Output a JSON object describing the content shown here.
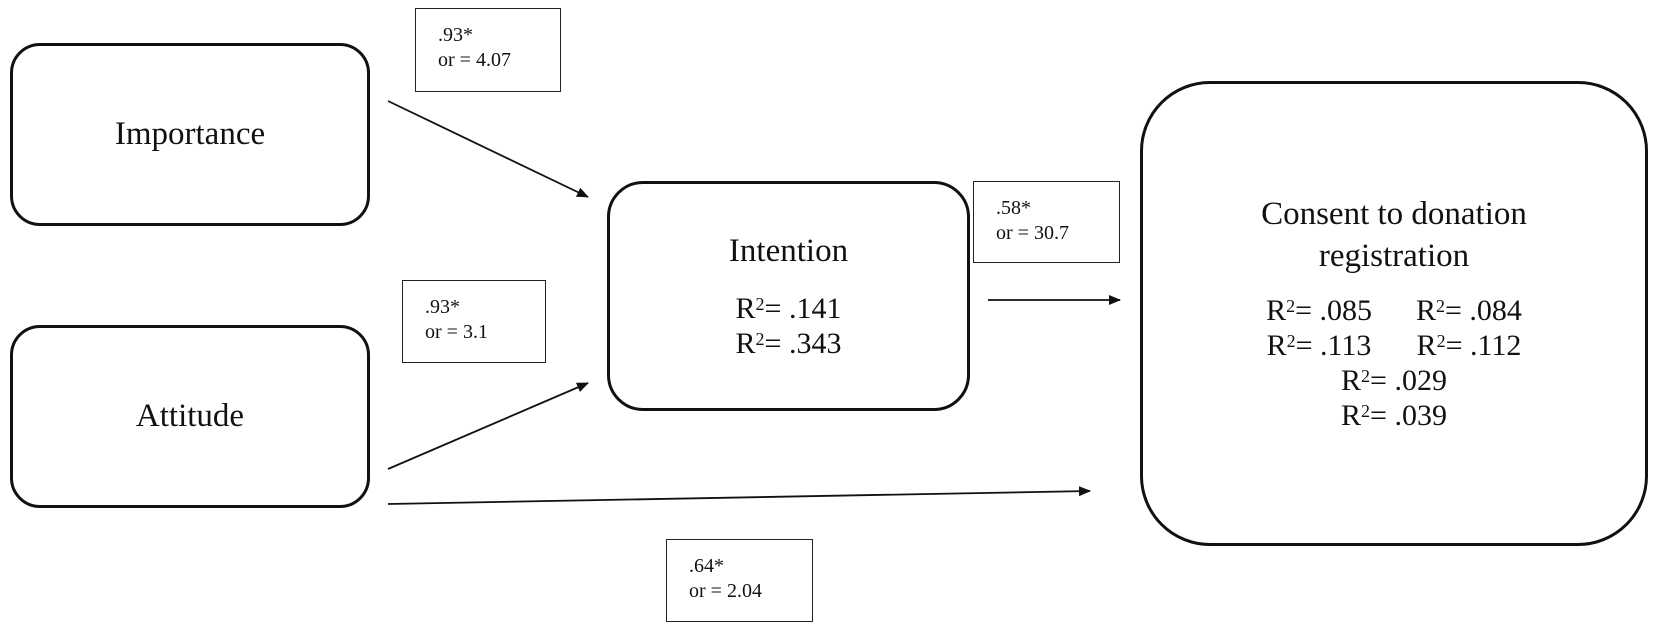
{
  "nodes": {
    "importance": {
      "label": "Importance"
    },
    "attitude": {
      "label": "Attitude"
    },
    "intention": {
      "label": "Intention",
      "r2": [
        {
          "prefix": "R",
          "sup": "2",
          "text": "= .141"
        },
        {
          "prefix": "R",
          "sup": "2",
          "text": "= .343"
        }
      ]
    },
    "consent": {
      "label": "Consent to donation registration",
      "r2": [
        {
          "prefix": "R",
          "sup": "2",
          "text": "= .085"
        },
        {
          "prefix": "R",
          "sup": "2",
          "text": "= .084"
        },
        {
          "prefix": "R",
          "sup": "2",
          "text": "= .113"
        },
        {
          "prefix": "R",
          "sup": "2",
          "text": "= .112"
        },
        {
          "prefix": "R",
          "sup": "2",
          "text": "= .029"
        },
        {
          "prefix": "R",
          "sup": "2",
          "text": "= .039"
        }
      ]
    }
  },
  "paths": {
    "importance_to_intention": {
      "beta": ".93*",
      "or": "or = 4.07"
    },
    "attitude_to_intention": {
      "beta": ".93*",
      "or": "or = 3.1"
    },
    "intention_to_consent": {
      "beta": ".58*",
      "or": "or = 30.7"
    },
    "attitude_to_consent": {
      "beta": ".64*",
      "or": "or = 2.04"
    }
  },
  "colors": {
    "stroke": "#111111",
    "background": "#ffffff"
  }
}
